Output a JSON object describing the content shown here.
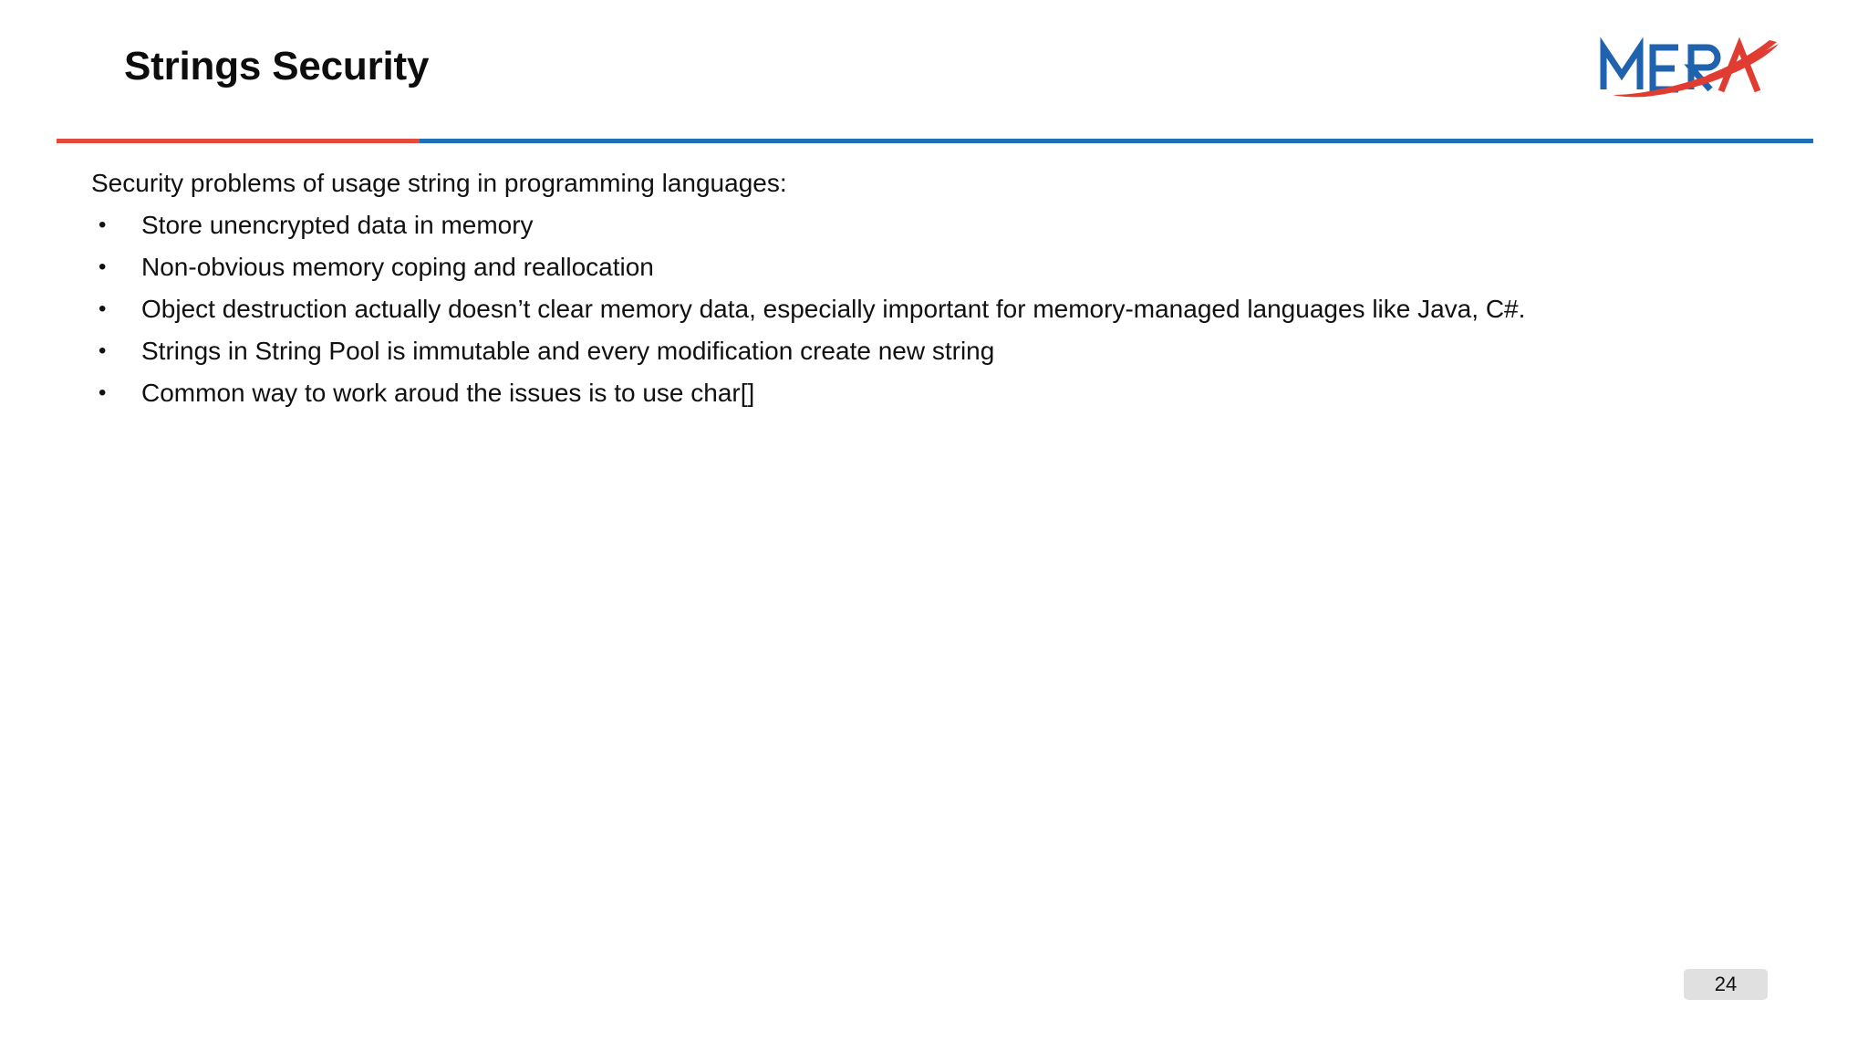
{
  "slide": {
    "title": "Strings Security",
    "page_number": "24"
  },
  "logo": {
    "name": "mera-logo",
    "wordmark": "MERA",
    "blue": "#1F62AE",
    "red": "#E03C31"
  },
  "divider": {
    "red_color": "#E24A3B",
    "blue_color": "#1F6FB8"
  },
  "content": {
    "intro": "Security problems of usage string in programming languages:",
    "bullet_glyph": "•",
    "bullets": [
      "Store unencrypted data in memory",
      "Non-obvious memory coping and reallocation",
      "Object destruction actually doesn’t clear memory data, especially important for memory-managed languages like Java, C#.",
      "Strings in String Pool is immutable and every modification create new string",
      "Common way to work aroud the issues is to use char[]"
    ]
  }
}
